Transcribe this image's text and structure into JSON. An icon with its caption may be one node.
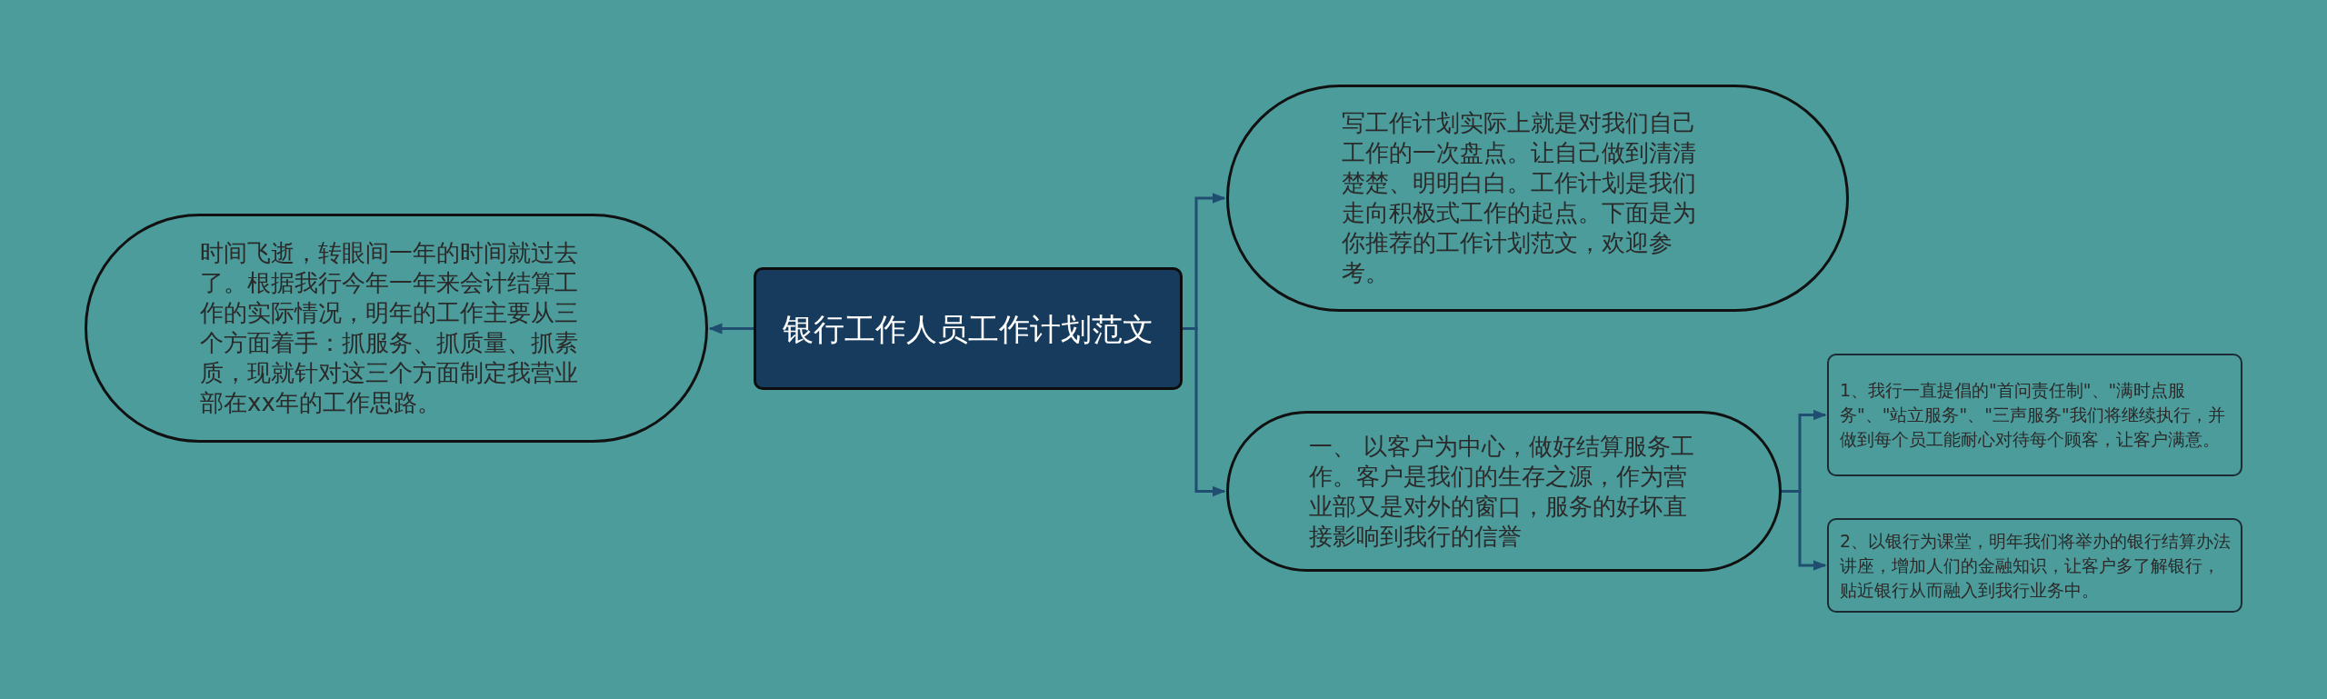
{
  "diagram": {
    "nodes": [
      {
        "text": [
          "银行工作人员工作计划范文"
        ]
      },
      {
        "text": [
          "时间飞逝，转眼间一年的时间就过去了。根据我行今年一年来会计结算工作的实际情况，明年的工作主要从三个方面着手：抓服务、抓质量、抓素质，现就针对这三个方面制定我营业部在xx年的工作思路。"
        ]
      },
      {
        "text": [
          "写工作计划实际上就是对我们自己工作的一次盘点。让自己做到清清楚楚、明明白白。工作计划是我们走向积极式工作的起点。下面是为你推荐的工作计划范文，欢迎参考。"
        ]
      },
      {
        "text": [
          "一、 以客户为中心，做好结算服务工作。客户是我们的生存之源，作为营业部又是对外的窗口，服务的好坏直接影响到我行的信誉"
        ]
      },
      {
        "text": [
          "1、我行一直提倡的\"首问责任制\"、\"满时点服务\"、\"站立服务\"、\"三声服务\"我们将继续执行，并做到每个员工能耐心对待每个顾客，让客户满意。"
        ]
      },
      {
        "text": [
          "2、以银行为课堂，明年我们将举办的银行结算办法讲座，增加人们的金融知识，让客户多了解银行，贴近银行从而融入到我行业务中。"
        ]
      }
    ],
    "edges": [
      {
        "from": 0,
        "to": 1,
        "arrow": "to"
      },
      {
        "from": 0,
        "to": 2,
        "arrow": "to"
      },
      {
        "from": 0,
        "to": 3,
        "arrow": "to"
      },
      {
        "from": 3,
        "to": 4,
        "arrow": "to"
      },
      {
        "from": 3,
        "to": 5,
        "arrow": "to"
      }
    ]
  }
}
